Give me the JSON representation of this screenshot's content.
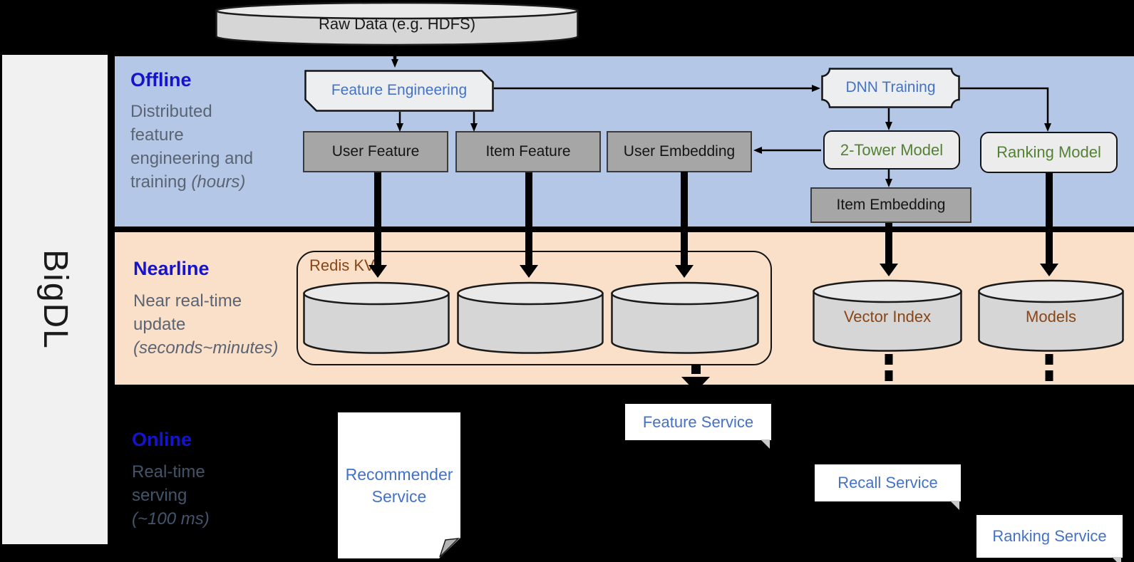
{
  "brand": {
    "label": "BigDL"
  },
  "sections": {
    "offline": {
      "title": "Offline",
      "desc": "Distributed feature engineering and training",
      "desc_note": "(hours)"
    },
    "nearline": {
      "title": "Nearline",
      "desc": "Near real-time update",
      "desc_note": "(seconds~minutes)"
    },
    "online": {
      "title": "Online",
      "desc": "Real-time serving",
      "desc_note": "(~100 ms)"
    }
  },
  "nodes": {
    "raw_data": "Raw Data (e.g. HDFS)",
    "feature_engineering": "Feature Engineering",
    "dnn_training": "DNN Training",
    "user_feature": "User Feature",
    "item_feature": "Item Feature",
    "user_embedding": "User Embedding",
    "two_tower_model": "2-Tower Model",
    "ranking_model": "Ranking Model",
    "item_embedding": "Item Embedding",
    "redis_kv": "Redis KV",
    "vector_index": "Vector Index",
    "models": "Models",
    "recommender_service": "Recommender Service",
    "feature_service": "Feature Service",
    "recall_service": "Recall Service",
    "ranking_service": "Ranking Service"
  },
  "colors": {
    "offline_bg": "#b4c7e7",
    "nearline_bg": "#fadfc9",
    "online_bg": "#000000",
    "section_title": "#1513ce",
    "section_desc": "#5a6472",
    "node_blue_text": "#4472c4",
    "node_green_text": "#538135",
    "storage_brown_text": "#8a4514",
    "gray_node_fill": "#a6a6a6",
    "light_node_fill": "#ececec",
    "cylinder_fill": "#d6d6d6",
    "sidebar_fill": "#f1f1f1"
  }
}
